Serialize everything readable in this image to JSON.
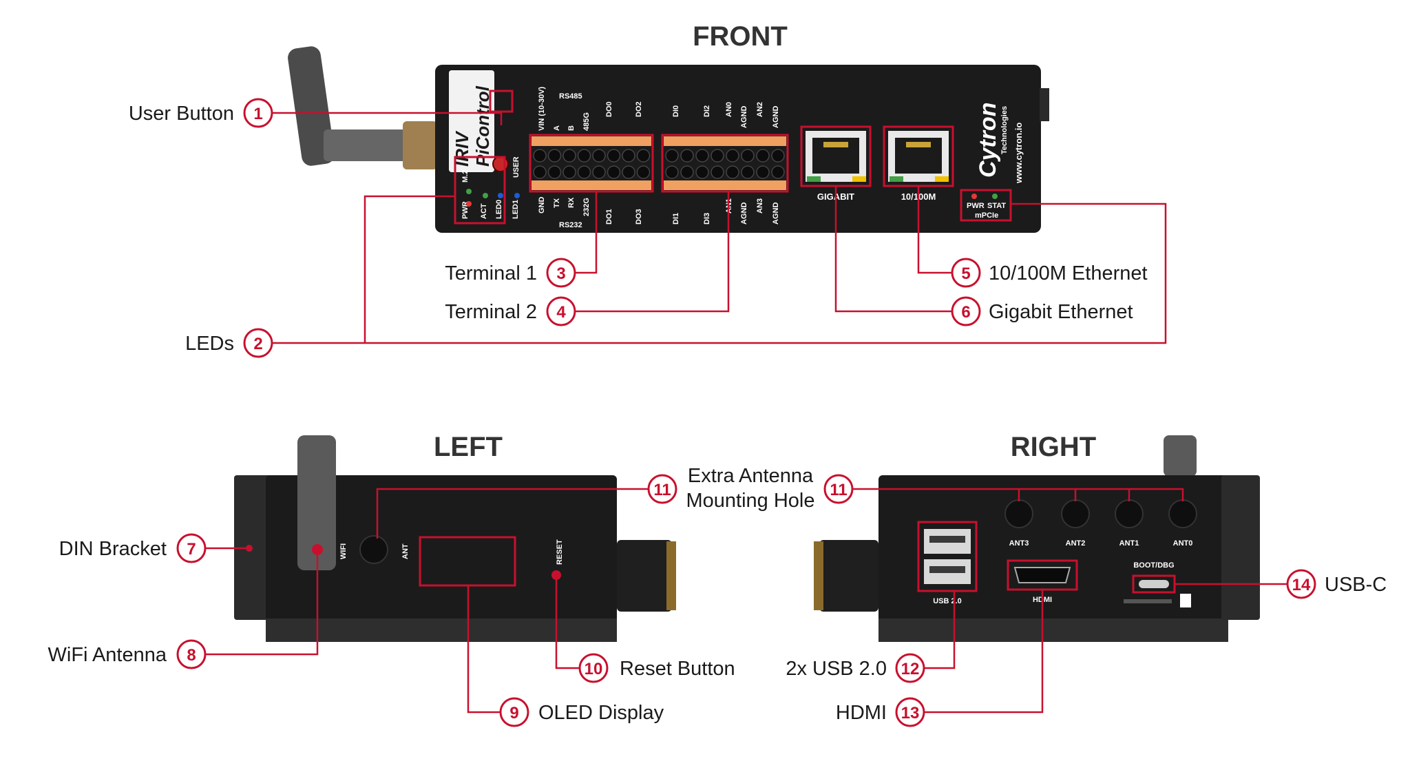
{
  "views": {
    "front": "FRONT",
    "left": "LEFT",
    "right": "RIGHT"
  },
  "callouts": [
    {
      "n": "1",
      "label": "User Button"
    },
    {
      "n": "2",
      "label": "LEDs"
    },
    {
      "n": "3",
      "label": "Terminal 1"
    },
    {
      "n": "4",
      "label": "Terminal 2"
    },
    {
      "n": "5",
      "label": "10/100M Ethernet"
    },
    {
      "n": "6",
      "label": "Gigabit Ethernet"
    },
    {
      "n": "7",
      "label": "DIN Bracket"
    },
    {
      "n": "8",
      "label": "WiFi Antenna"
    },
    {
      "n": "9",
      "label": "OLED Display"
    },
    {
      "n": "10",
      "label": "Reset Button"
    },
    {
      "n": "11",
      "label_line1": "Extra Antenna",
      "label_line2": "Mounting Hole"
    },
    {
      "n": "11",
      "label": ""
    },
    {
      "n": "12",
      "label": "2x USB 2.0"
    },
    {
      "n": "13",
      "label": "HDMI"
    },
    {
      "n": "14",
      "label": "USB-C"
    }
  ],
  "device_print": {
    "product_line1": "IRIV",
    "product_line2": "PiControl",
    "user": "USER",
    "m2": "M.2",
    "pwr": "PWR",
    "act": "ACT",
    "led0": "LED0",
    "led1": "LED1",
    "vin": "VIN (10-30V)",
    "rs485": "RS485",
    "a": "A",
    "b": "B",
    "g485": "485G",
    "do0": "DO0",
    "do2": "DO2",
    "di0": "DI0",
    "di2": "DI2",
    "an0": "AN0",
    "agnd": "AGND",
    "an2": "AN2",
    "gnd": "GND",
    "tx": "TX",
    "rx": "RX",
    "g232": "232G",
    "rs232": "RS232",
    "do1": "DO1",
    "do3": "DO3",
    "di1": "DI1",
    "di3": "DI3",
    "an1": "AN1",
    "an3": "AN3",
    "gigabit": "GIGABIT",
    "eth100": "10/100M",
    "pwr2": "PWR",
    "stat": "STAT",
    "mpcie": "mPCIe",
    "brand": "Cytron",
    "brand_sub": "Technologies",
    "web": "www.cytron.io",
    "wifi": "WIFI",
    "ant": "ANT",
    "reset": "RESET",
    "ant3": "ANT3",
    "ant2": "ANT2",
    "ant1": "ANT1",
    "ant0": "ANT0",
    "usb2": "USB 2.0",
    "hdmi": "HDMI",
    "bootdbg": "BOOT/DBG"
  },
  "colors": {
    "accent": "#c8102e",
    "body": "#1b1b1b",
    "terminal": "#f0a060",
    "led_red": "#e53935",
    "led_green": "#43a047",
    "led_blue": "#1e5bd8"
  }
}
